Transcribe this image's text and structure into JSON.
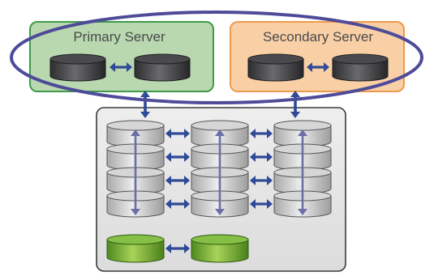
{
  "primary_server": {
    "label": "Primary Server",
    "fill": "#b9d8b0",
    "border": "#3f9a4a"
  },
  "secondary_server": {
    "label": "Secondary Server",
    "fill": "#f9cfa6",
    "border": "#ee9a4d"
  },
  "cluster_ring": {
    "stroke": "#4e4b99"
  },
  "storage_enclosure": {
    "fill": "#e7e7e7",
    "border": "#3a3a3a"
  },
  "colors": {
    "server_disk": "#3b3b3d",
    "storage_disk": "#c9c9c9",
    "cache_disk": "#7fb436",
    "arrow": "#2f4a97"
  },
  "storage": {
    "columns": 3,
    "disks_per_column": 4,
    "cache_disks": 2
  }
}
